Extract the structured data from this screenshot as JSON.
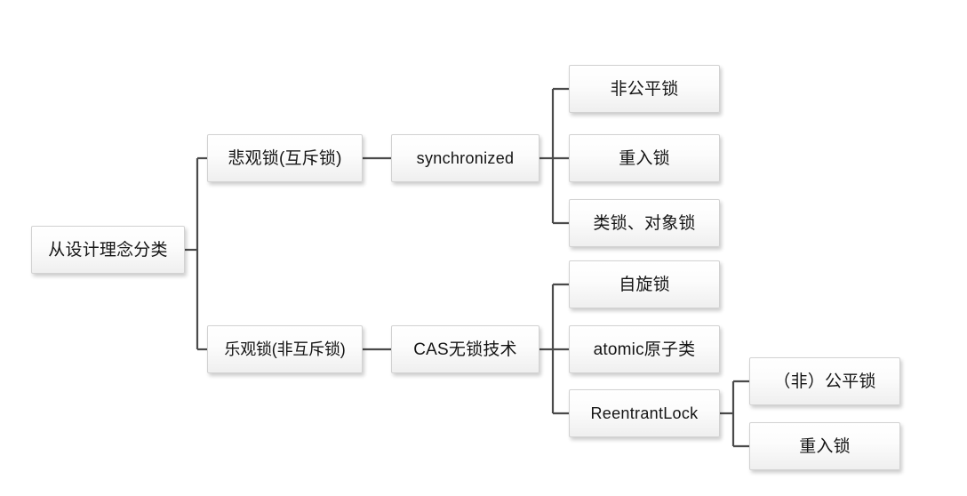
{
  "diagram": {
    "title": "从设计理念分类",
    "type": "mind-map",
    "orientation": "left-to-right",
    "background_color": "#ffffff",
    "box_border_color": "#d2d2d2",
    "box_fill_top": "#ffffff",
    "box_fill_bottom": "#efefef",
    "connector_color": "#4a4a4a",
    "text_color": "#141414"
  },
  "nodes": {
    "root": {
      "label": "从设计理念分类"
    },
    "pessimistic": {
      "label": "悲观锁(互斥锁)"
    },
    "optimistic": {
      "label": "乐观锁(非互斥锁)"
    },
    "synchronized": {
      "label": "synchronized"
    },
    "cas": {
      "label": "CAS无锁技术"
    },
    "unfair_lock": {
      "label": "非公平锁"
    },
    "reentrant_lock_cn": {
      "label": "重入锁"
    },
    "class_object_lock": {
      "label": "类锁、对象锁"
    },
    "spin_lock": {
      "label": "自旋锁"
    },
    "atomic": {
      "label": "atomic原子类"
    },
    "reentrant_lock": {
      "label": "ReentrantLock"
    },
    "fair_or_unfair_lock": {
      "label": "（非）公平锁"
    },
    "reentrant_lock_cn2": {
      "label": "重入锁"
    }
  },
  "edges": [
    {
      "from": "root",
      "to": "pessimistic"
    },
    {
      "from": "root",
      "to": "optimistic"
    },
    {
      "from": "pessimistic",
      "to": "synchronized"
    },
    {
      "from": "optimistic",
      "to": "cas"
    },
    {
      "from": "synchronized",
      "to": "unfair_lock"
    },
    {
      "from": "synchronized",
      "to": "reentrant_lock_cn"
    },
    {
      "from": "synchronized",
      "to": "class_object_lock"
    },
    {
      "from": "cas",
      "to": "spin_lock"
    },
    {
      "from": "cas",
      "to": "atomic"
    },
    {
      "from": "cas",
      "to": "reentrant_lock"
    },
    {
      "from": "reentrant_lock",
      "to": "fair_or_unfair_lock"
    },
    {
      "from": "reentrant_lock",
      "to": "reentrant_lock_cn2"
    }
  ]
}
